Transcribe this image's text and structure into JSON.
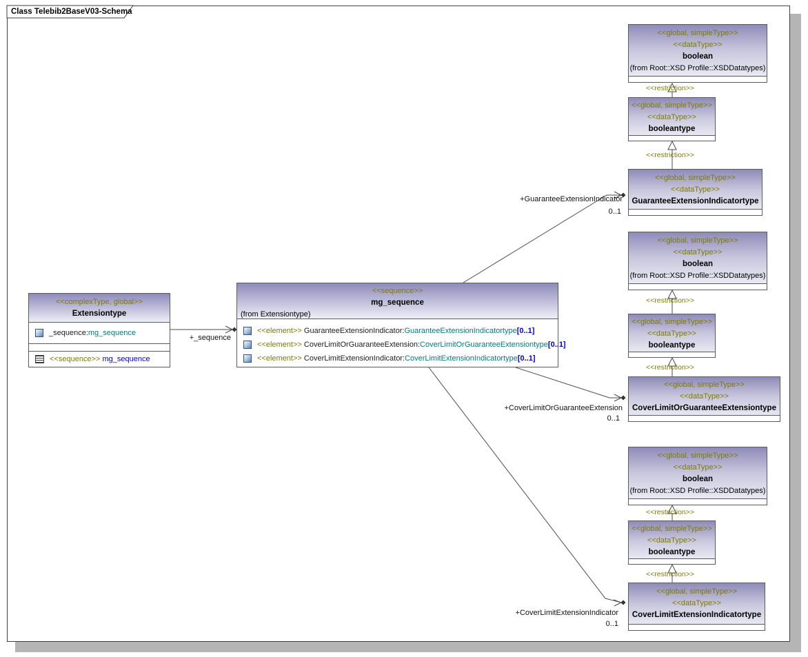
{
  "diagram": {
    "title": "Class Telebib2BaseV03-Schema"
  },
  "labels": {
    "restriction": "<<restriction>>"
  },
  "classes": {
    "extensiontype": {
      "stereotype": "<<complexType, global>>",
      "name": "Extensiontype",
      "attribute": {
        "name": "_sequence:",
        "type": "mg_sequence"
      },
      "operation": {
        "stereotype": "<<sequence>>",
        "name": "mg_sequence"
      }
    },
    "mg_sequence": {
      "stereotype": "<<sequence>>",
      "name": "mg_sequence",
      "from": "(from Extensiontype)",
      "elements": [
        {
          "stereotype": "<<element>>",
          "name": "GuaranteeExtensionIndicator:",
          "type": "GuaranteeExtensionIndicatortype",
          "multiplicity": "[0..1]"
        },
        {
          "stereotype": "<<element>>",
          "name": "CoverLimitOrGuaranteeExtension:",
          "type": "CoverLimitOrGuaranteeExtensiontype",
          "multiplicity": "[0..1]"
        },
        {
          "stereotype": "<<element>>",
          "name": "CoverLimitExtensionIndicator:",
          "type": "CoverLimitExtensionIndicatortype",
          "multiplicity": "[0..1]"
        }
      ]
    },
    "boolean1": {
      "stereotype1": "<<global, simpleType>>",
      "stereotype2": "<<dataType>>",
      "name": "boolean",
      "from": "(from Root::XSD Profile::XSDDatatypes)"
    },
    "boolean2": {
      "stereotype1": "<<global, simpleType>>",
      "stereotype2": "<<dataType>>",
      "name": "boolean",
      "from": "(from Root::XSD Profile::XSDDatatypes)"
    },
    "boolean3": {
      "stereotype1": "<<global, simpleType>>",
      "stereotype2": "<<dataType>>",
      "name": "boolean",
      "from": "(from Root::XSD Profile::XSDDatatypes)"
    },
    "booleantype1": {
      "stereotype1": "<<global, simpleType>>",
      "stereotype2": "<<dataType>>",
      "name": "booleantype"
    },
    "booleantype2": {
      "stereotype1": "<<global, simpleType>>",
      "stereotype2": "<<dataType>>",
      "name": "booleantype"
    },
    "booleantype3": {
      "stereotype1": "<<global, simpleType>>",
      "stereotype2": "<<dataType>>",
      "name": "booleantype"
    },
    "guarantee_ext_ind_type": {
      "stereotype1": "<<global, simpleType>>",
      "stereotype2": "<<dataType>>",
      "name": "GuaranteeExtensionIndicatortype"
    },
    "coverlimit_or_guarantee_ext_type": {
      "stereotype1": "<<global, simpleType>>",
      "stereotype2": "<<dataType>>",
      "name": "CoverLimitOrGuaranteeExtensiontype"
    },
    "coverlimit_ext_ind_type": {
      "stereotype1": "<<global, simpleType>>",
      "stereotype2": "<<dataType>>",
      "name": "CoverLimitExtensionIndicatortype"
    }
  },
  "associations": {
    "sequence": {
      "label": "+_sequence"
    },
    "guarantee": {
      "label": "+GuaranteeExtensionIndicator",
      "multiplicity": "0..1"
    },
    "coverlimit_or": {
      "label": "+CoverLimitOrGuaranteeExtension",
      "multiplicity": "0..1"
    },
    "coverlimit_ind": {
      "label": "+CoverLimitExtensionIndicator",
      "multiplicity": "0..1"
    }
  }
}
